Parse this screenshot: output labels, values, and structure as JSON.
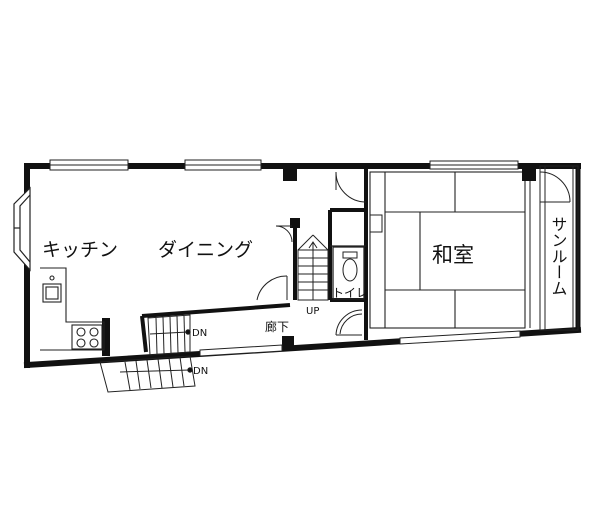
{
  "rooms": {
    "kitchen": "キッチン",
    "dining": "ダイニング",
    "washitsu": "和室",
    "sunroom": "サンルーム",
    "toilet": "トイレ",
    "hallway": "廊下"
  },
  "stairs": {
    "up": "UP",
    "dn_inner": "DN",
    "dn_outer": "DN"
  },
  "colors": {
    "wall": "#111111",
    "line": "#222222",
    "background": "#ffffff"
  }
}
